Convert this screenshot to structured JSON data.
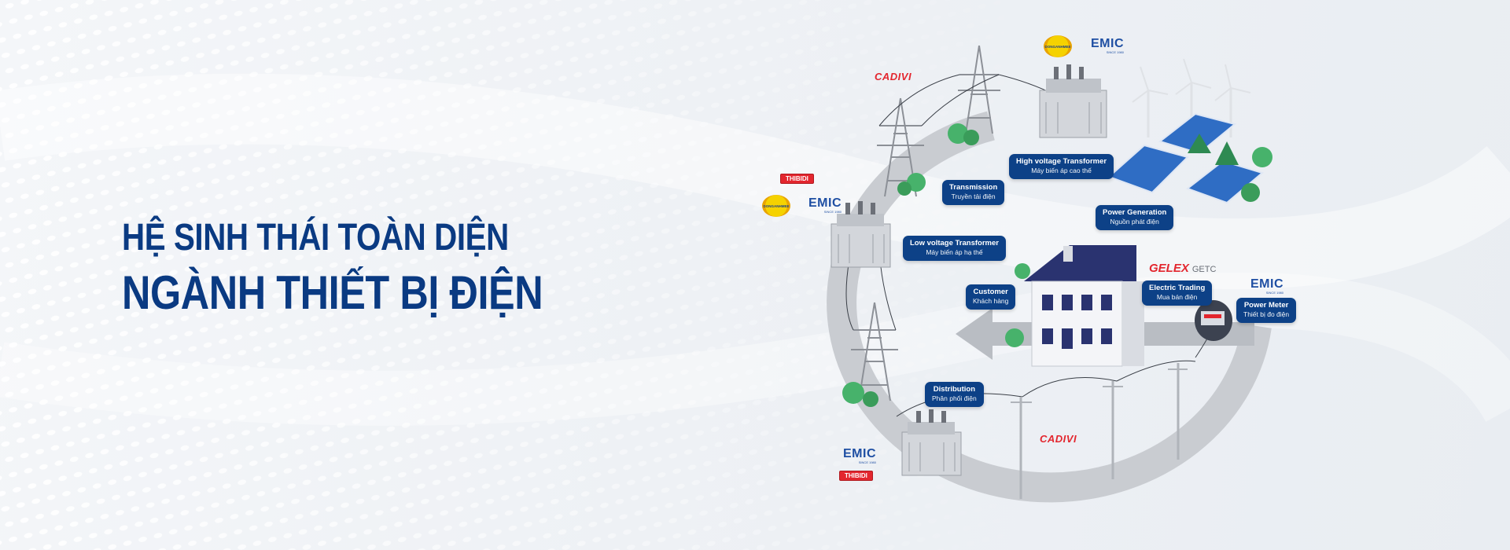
{
  "headline": {
    "line1": "HỆ SINH THÁI TOÀN DIỆN",
    "line2": "NGÀNH THIẾT BỊ ĐIỆN"
  },
  "labels": {
    "high_voltage": {
      "en": "High voltage Transformer",
      "vi": "Máy biến áp cao thế"
    },
    "transmission": {
      "en": "Transmission",
      "vi": "Truyền tải điện"
    },
    "power_generation": {
      "en": "Power Generation",
      "vi": "Nguồn phát điện"
    },
    "low_voltage": {
      "en": "Low voltage Transformer",
      "vi": "Máy biến áp hạ thế"
    },
    "customer": {
      "en": "Customer",
      "vi": "Khách hàng"
    },
    "electric_trading": {
      "en": "Electric Trading",
      "vi": "Mua bán điện"
    },
    "power_meter": {
      "en": "Power Meter",
      "vi": "Thiết bị đo điện"
    },
    "distribution": {
      "en": "Distribution",
      "vi": "Phân phối điện"
    }
  },
  "logos": {
    "cadivi": "CADIVI",
    "emic": "EMIC",
    "emic_since": "SINCE 1980",
    "thibidi": "THIBIDI",
    "gelex": "GELEX",
    "getc": "GETC",
    "dongaanh": "DONGANHMEE"
  },
  "colors": {
    "brand_navy": "#0a3a82",
    "label_bg": "#0d4187",
    "logo_red": "#e3262e",
    "ring_gray": "#c9ccd1"
  }
}
